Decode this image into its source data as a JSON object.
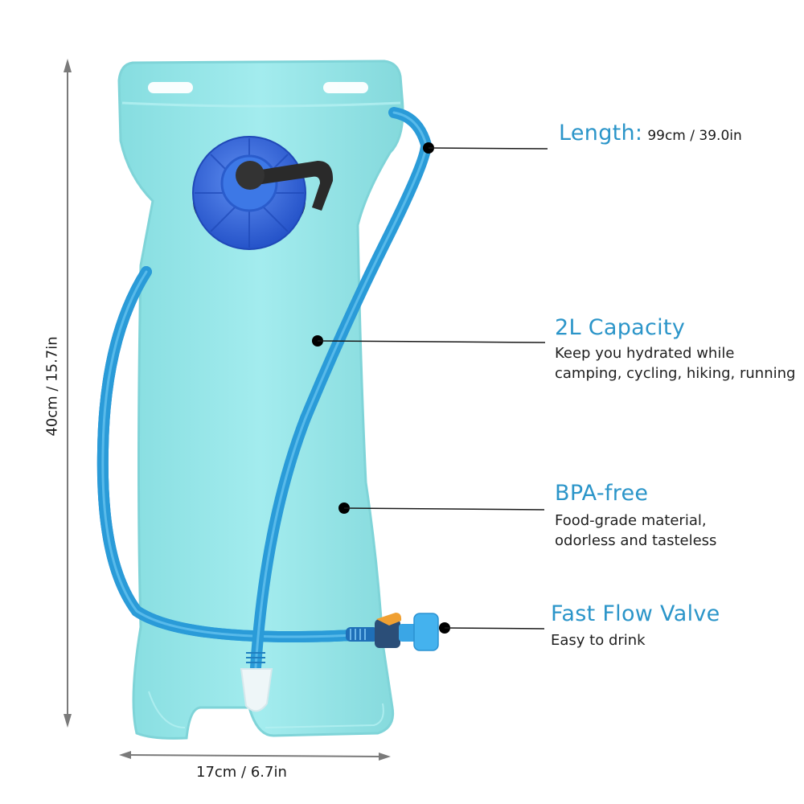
{
  "dimensions": {
    "height_label": "40cm / 15.7in",
    "width_label": "17cm / 6.7in"
  },
  "features": [
    {
      "title": "Length:",
      "value": "99cm / 39.0in",
      "description": []
    },
    {
      "title": "2L Capacity",
      "description": [
        "Keep you hydrated while",
        "camping, cycling, hiking, running"
      ]
    },
    {
      "title": "BPA-free",
      "description": [
        "Food-grade material,",
        "odorless and tasteless"
      ]
    },
    {
      "title": "Fast Flow Valve",
      "description": [
        "Easy to drink"
      ]
    }
  ],
  "colors": {
    "accent_title": "#2b95c9",
    "body_text": "#1f1f1f",
    "bladder": "#8fe0e3",
    "tube": "#2a9bd8",
    "cap": "#2f66d6",
    "valve_clip": "#f0a032",
    "dimension_arrow": "#7a7a7a"
  },
  "icons": {
    "callout_dot": "filled-circle-marker",
    "dimension_arrow": "double-headed-arrow"
  }
}
